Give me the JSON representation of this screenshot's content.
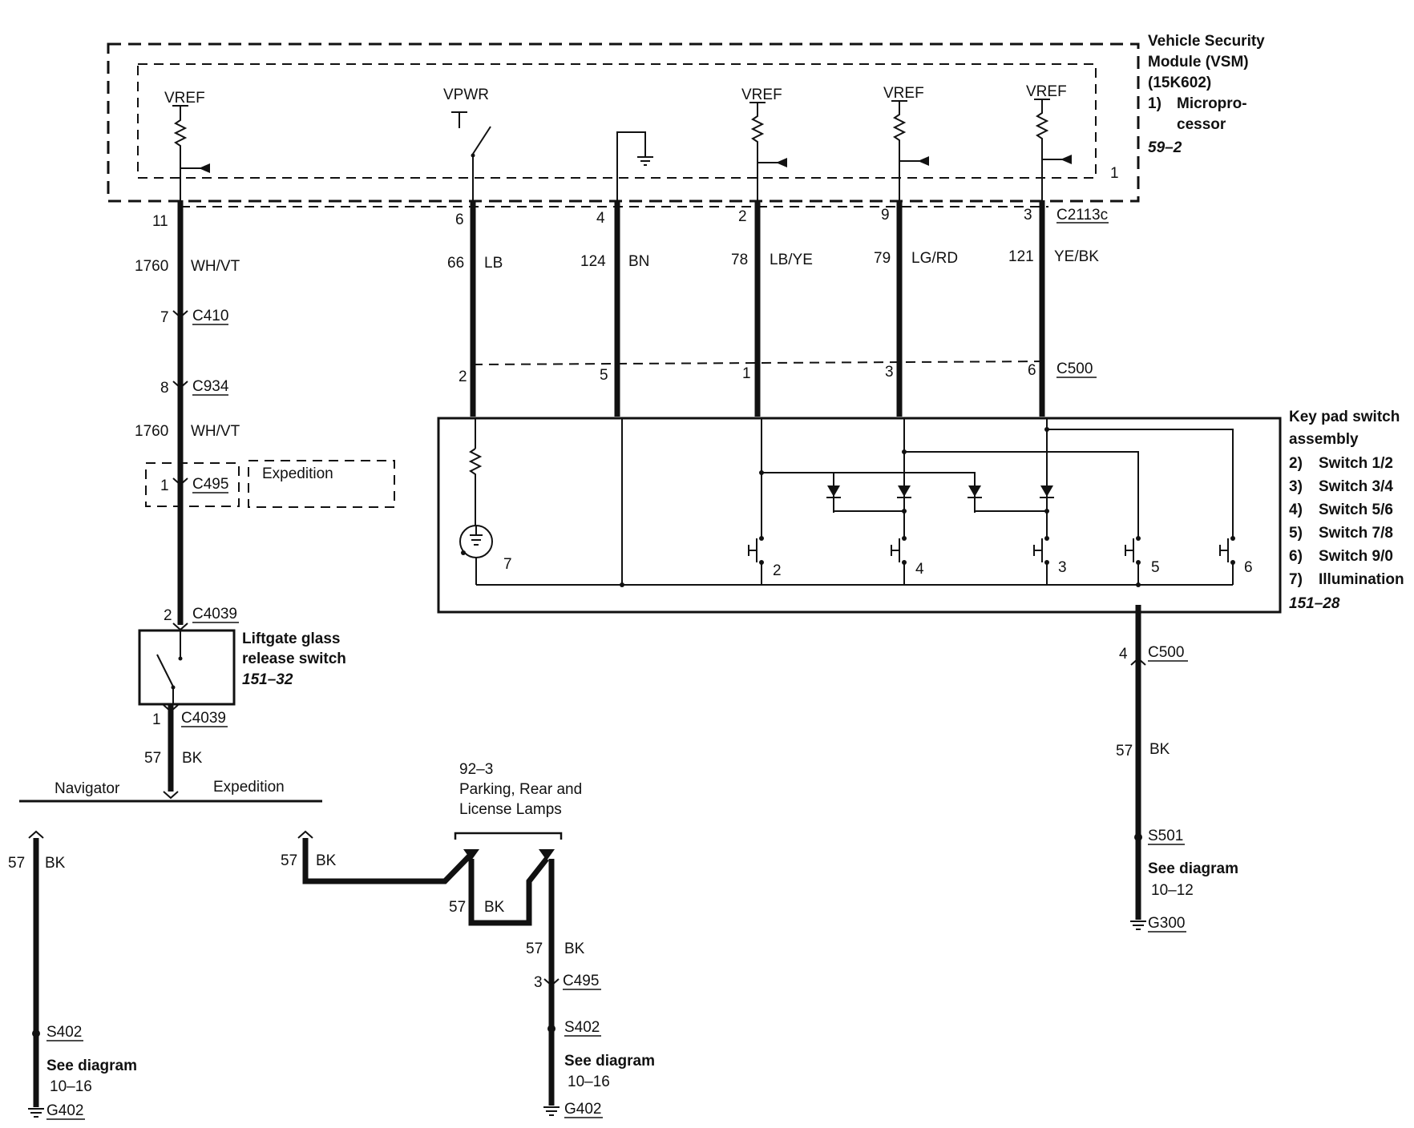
{
  "vsm": {
    "title_lines": [
      "Vehicle Security",
      "Module (VSM)",
      "(15K602)"
    ],
    "item1_num": "1)",
    "item1_lines": [
      "Micropro-",
      "cessor"
    ],
    "ref": "59–2",
    "callout": "1",
    "vref": "VREF",
    "vpwr": "VPWR"
  },
  "circuits": [
    {
      "pin": "11",
      "circuit": "1760",
      "color": "WH/VT"
    },
    {
      "pin": "6",
      "circuit": "66",
      "color": "LB"
    },
    {
      "pin": "4",
      "circuit": "124",
      "color": "BN"
    },
    {
      "pin": "2",
      "circuit": "78",
      "color": "LB/YE"
    },
    {
      "pin": "9",
      "circuit": "79",
      "color": "LG/RD"
    },
    {
      "pin": "3",
      "circuit": "121",
      "color": "YE/BK"
    }
  ],
  "connectors": {
    "c2113c": "C2113c",
    "c500": "C500",
    "c500_pins": [
      "2",
      "5",
      "1",
      "3",
      "6"
    ],
    "c410": {
      "pin": "7",
      "name": "C410"
    },
    "c934": {
      "pin": "8",
      "name": "C934"
    },
    "c495": {
      "pin": "1",
      "name": "C495"
    },
    "c4039_top": {
      "pin": "2",
      "name": "C4039"
    },
    "c4039_bottom": {
      "pin": "1",
      "name": "C4039"
    },
    "c500_bottom": {
      "pin": "4",
      "name": "C500"
    },
    "c495_b": {
      "pin": "3",
      "name": "C495"
    }
  },
  "wh_vt_2": {
    "circuit": "1760",
    "color": "WH/VT"
  },
  "expedition_box": "Expedition",
  "liftgate": {
    "lines": [
      "Liftgate glass",
      "release switch"
    ],
    "ref": "151–32"
  },
  "keypad": {
    "title_lines": [
      "Key pad switch",
      "assembly"
    ],
    "items": [
      {
        "num": "2)",
        "label": "Switch 1/2"
      },
      {
        "num": "3)",
        "label": "Switch 3/4"
      },
      {
        "num": "4)",
        "label": "Switch 5/6"
      },
      {
        "num": "5)",
        "label": "Switch 7/8"
      },
      {
        "num": "6)",
        "label": "Switch 9/0"
      },
      {
        "num": "7)",
        "label": "Illumination"
      }
    ],
    "ref": "151–28",
    "switch_nums": [
      "2",
      "4",
      "3",
      "5",
      "6"
    ],
    "lamp_num": "7"
  },
  "ground_wires": {
    "circuit": "57",
    "color": "BK"
  },
  "branch": {
    "navigator": "Navigator",
    "expedition": "Expedition"
  },
  "lamps": {
    "ref": "92–3",
    "lines": [
      "Parking, Rear and",
      "License Lamps"
    ]
  },
  "splices": {
    "s402": "S402",
    "s501": "S501",
    "see_diagram": "See diagram",
    "ref_1016": "10–16",
    "ref_1012": "10–12",
    "g402": "G402",
    "g300": "G300"
  }
}
